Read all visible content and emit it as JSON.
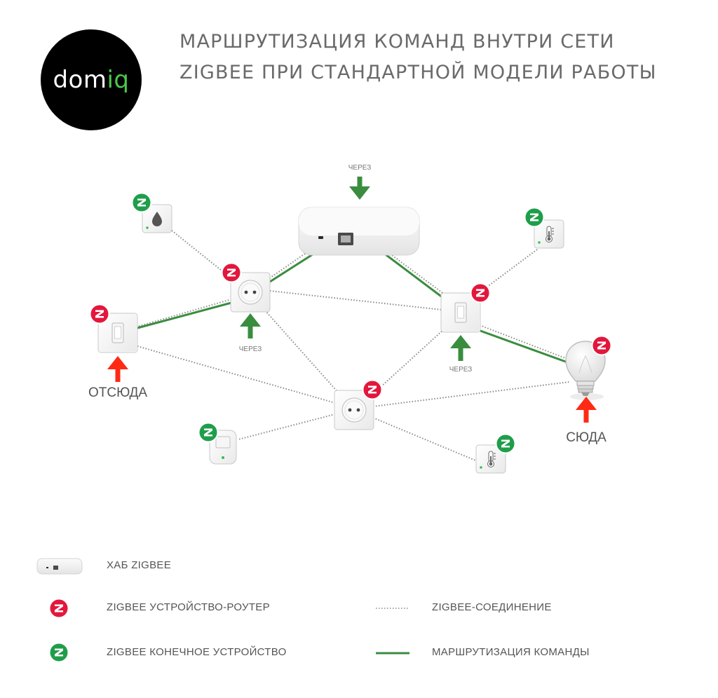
{
  "logo": {
    "text_main": "dom",
    "text_accent": "iq",
    "bg_color": "#000000",
    "accent_color": "#4cc74a"
  },
  "title": {
    "line1": "МАРШРУТИЗАЦИЯ КОМАНД ВНУТРИ СЕТИ",
    "line2": "ZIGBEE ПРИ СТАНДАРТНОЙ МОДЕЛИ РАБОТЫ"
  },
  "diagram": {
    "labels": {
      "from": "ОТСЮДА",
      "to": "СЮДА",
      "via": "ЧЕРЕЗ"
    },
    "colors": {
      "route": "#3a8d3f",
      "link": "#8a8a8a",
      "router_badge": "#e3173c",
      "end_badge": "#1f9e4a",
      "source_arrow": "#ff2a14",
      "via_arrow": "#3a8d3f"
    },
    "devices": [
      {
        "id": "hub",
        "type": "zigbee-hub"
      },
      {
        "id": "switch-left",
        "type": "wall-switch",
        "role": "router"
      },
      {
        "id": "outlet-top",
        "type": "wall-outlet",
        "role": "router"
      },
      {
        "id": "switch-right",
        "type": "wall-switch",
        "role": "router"
      },
      {
        "id": "outlet-center",
        "type": "wall-outlet",
        "role": "router"
      },
      {
        "id": "bulb",
        "type": "light-bulb",
        "role": "router"
      },
      {
        "id": "leak-sensor",
        "type": "water-leak-sensor",
        "role": "end-device"
      },
      {
        "id": "temp-sensor-top",
        "type": "temperature-sensor",
        "role": "end-device"
      },
      {
        "id": "motion-sensor",
        "type": "motion-sensor",
        "role": "end-device"
      },
      {
        "id": "temp-sensor-bottom",
        "type": "temperature-sensor",
        "role": "end-device"
      }
    ]
  },
  "legend": {
    "hub": "ХАБ ZIGBEE",
    "router": "ZIGBEE УСТРОЙСТВО-РОУТЕР",
    "end_device": "ZIGBEE КОНЕЧНОЕ УСТРОЙСТВО",
    "connection": "ZIGBEE-СОЕДИНЕНИЕ",
    "routing": "МАРШРУТИЗАЦИЯ КОМАНДЫ"
  }
}
